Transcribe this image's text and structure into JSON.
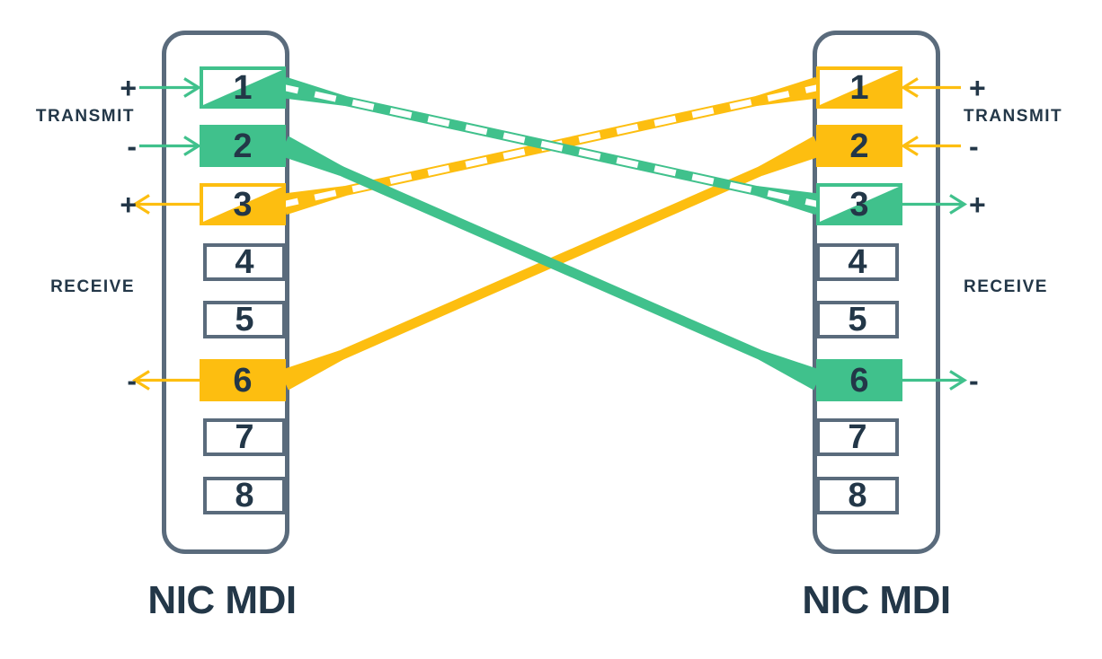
{
  "diagram": {
    "type": "ethernet-crossover-pinout",
    "colors": {
      "green": "#40C18C",
      "orange": "#FDBE10",
      "slate": "#5A6B7C",
      "navy": "#233748",
      "white": "#FFFFFF"
    },
    "connectors": [
      {
        "id": "left",
        "label": "NIC MDI",
        "pins": [
          {
            "n": "1",
            "style": "striped",
            "color": "green"
          },
          {
            "n": "2",
            "style": "solid",
            "color": "green"
          },
          {
            "n": "3",
            "style": "striped",
            "color": "orange"
          },
          {
            "n": "4",
            "style": "plain"
          },
          {
            "n": "5",
            "style": "plain"
          },
          {
            "n": "6",
            "style": "solid",
            "color": "orange"
          },
          {
            "n": "7",
            "style": "plain"
          },
          {
            "n": "8",
            "style": "plain"
          }
        ]
      },
      {
        "id": "right",
        "label": "NIC MDI",
        "pins": [
          {
            "n": "1",
            "style": "striped",
            "color": "orange"
          },
          {
            "n": "2",
            "style": "solid",
            "color": "orange"
          },
          {
            "n": "3",
            "style": "striped",
            "color": "green"
          },
          {
            "n": "4",
            "style": "plain"
          },
          {
            "n": "5",
            "style": "plain"
          },
          {
            "n": "6",
            "style": "solid",
            "color": "green"
          },
          {
            "n": "7",
            "style": "plain"
          },
          {
            "n": "8",
            "style": "plain"
          }
        ]
      }
    ],
    "group_labels": [
      {
        "side": "left",
        "group": "tx",
        "text": "TRANSMIT"
      },
      {
        "side": "left",
        "group": "rx",
        "text": "RECEIVE"
      },
      {
        "side": "right",
        "group": "tx",
        "text": "TRANSMIT"
      },
      {
        "side": "right",
        "group": "rx",
        "text": "RECEIVE"
      }
    ],
    "io": [
      {
        "side": "left",
        "pin": 1,
        "sign": "+",
        "dir": "in",
        "color": "green"
      },
      {
        "side": "left",
        "pin": 2,
        "sign": "-",
        "dir": "in",
        "color": "green"
      },
      {
        "side": "left",
        "pin": 3,
        "sign": "+",
        "dir": "out",
        "color": "orange"
      },
      {
        "side": "left",
        "pin": 6,
        "sign": "-",
        "dir": "out",
        "color": "orange"
      },
      {
        "side": "right",
        "pin": 1,
        "sign": "+",
        "dir": "in",
        "color": "orange"
      },
      {
        "side": "right",
        "pin": 2,
        "sign": "-",
        "dir": "in",
        "color": "orange"
      },
      {
        "side": "right",
        "pin": 3,
        "sign": "+",
        "dir": "out",
        "color": "green"
      },
      {
        "side": "right",
        "pin": 6,
        "sign": "-",
        "dir": "out",
        "color": "green"
      }
    ],
    "wires": [
      {
        "from": {
          "side": "left",
          "pin": 3
        },
        "to": {
          "side": "right",
          "pin": 1
        },
        "color": "orange",
        "dashed": true
      },
      {
        "from": {
          "side": "left",
          "pin": 6
        },
        "to": {
          "side": "right",
          "pin": 2
        },
        "color": "orange",
        "dashed": false
      },
      {
        "from": {
          "side": "left",
          "pin": 1
        },
        "to": {
          "side": "right",
          "pin": 3
        },
        "color": "green",
        "dashed": true
      },
      {
        "from": {
          "side": "left",
          "pin": 2
        },
        "to": {
          "side": "right",
          "pin": 6
        },
        "color": "green",
        "dashed": false
      }
    ]
  }
}
